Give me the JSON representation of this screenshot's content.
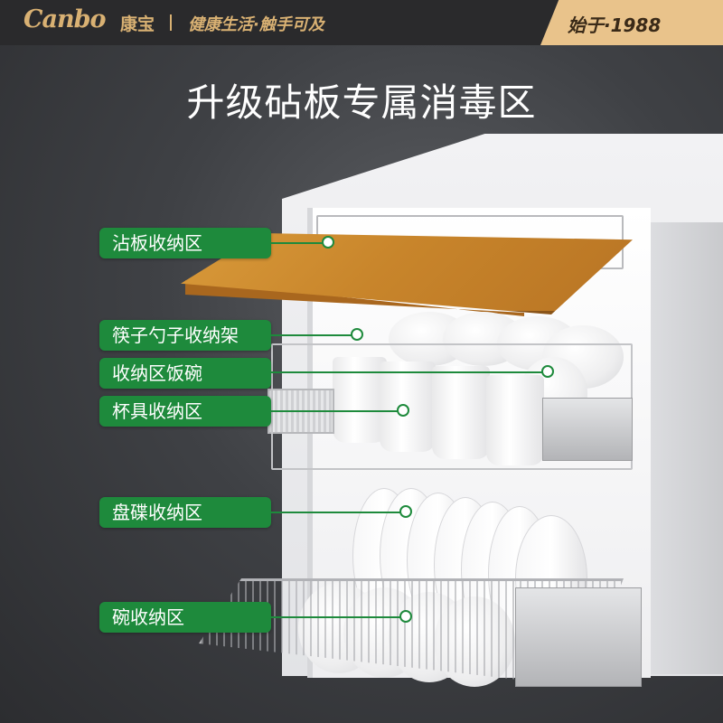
{
  "header": {
    "brand_en": "Canbo",
    "brand_cn": "康宝",
    "slogan": "健康生活·触手可及",
    "since": "始于·1988"
  },
  "headline": "升级砧板专属消毒区",
  "labels": [
    {
      "id": "cutting-board",
      "text": "沾板收纳区"
    },
    {
      "id": "chopsticks-rack",
      "text": "筷子勺子收纳架"
    },
    {
      "id": "rice-bowl",
      "text": "收纳区饭碗"
    },
    {
      "id": "cups",
      "text": "杯具收纳区"
    },
    {
      "id": "plates",
      "text": "盘碟收纳区"
    },
    {
      "id": "bowls",
      "text": "碗收纳区"
    }
  ],
  "colors": {
    "accent": "#1e8a3c",
    "gold": "#d9b173",
    "since_bg": "#e9c38b",
    "topbar": "#2a2a2c"
  }
}
